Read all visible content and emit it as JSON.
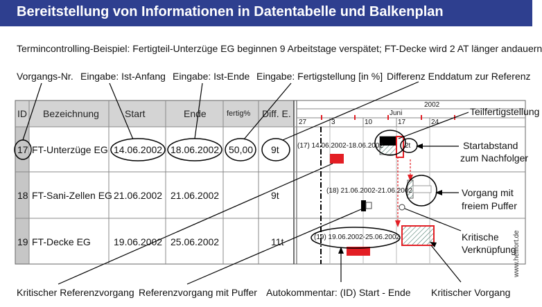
{
  "title": "Bereitstellung von Informationen in Datentabelle und Balkenplan",
  "subtitle": "Termincontrolling-Beispiel: Fertigteil-Unterzüge EG beginnen 9 Arbeitstage verspätet; FT-Decke wird 2 AT länger andauern",
  "top_labels": {
    "vorgangs_nr": "Vorgangs-Nr.",
    "ist_anfang": "Eingabe: Ist-Anfang",
    "ist_ende": "Eingabe: Ist-Ende",
    "fertigstellung": "Eingabe: Fertigstellung [in %]",
    "differenz": "Differenz Enddatum zur Referenz"
  },
  "table": {
    "headers": {
      "id": "ID",
      "name": "Bezeichnung",
      "start": "Start",
      "end": "Ende",
      "done": "fertig%",
      "diff": "Diff. E."
    },
    "rows": [
      {
        "id": "17",
        "name": "FT-Unterzüge EG",
        "start": "14.06.2002",
        "end": "18.06.2002",
        "done": "50,00",
        "diff": "9t"
      },
      {
        "id": "18",
        "name": "FT-Sani-Zellen EG",
        "start": "21.06.2002",
        "end": "21.06.2002",
        "done": "",
        "diff": "9t"
      },
      {
        "id": "19",
        "name": "FT-Decke EG",
        "start": "19.06.2002",
        "end": "25.06.2002",
        "done": "",
        "diff": "11t"
      }
    ]
  },
  "gantt": {
    "year": "2002",
    "month": "Juni",
    "days": [
      "27",
      "3",
      "10",
      "17",
      "24"
    ],
    "comment_17": "(17) 14.06.2002-18.06.2002",
    "comment_18": "(18) 21.06.2002-21.06.2002",
    "comment_19": "(19) 19.06.2002-25.06.2002",
    "badge": "2t"
  },
  "right_labels": {
    "teilfertigstellung": "Teilfertigstellung",
    "startabstand_1": "Startabstand",
    "startabstand_2": "zum Nachfolger",
    "puffer_1": "Vorgang mit",
    "puffer_2": "freiem Puffer",
    "krit_verkn_1": "Kritische",
    "krit_verkn_2": "Verknüpfung"
  },
  "bottom_labels": {
    "krit_ref": "Kritischer Referenzvorgang",
    "ref_puffer": "Referenzvorgang mit Puffer",
    "autokommentar": "Autokommentar: (ID) Start - Ende",
    "krit_vorgang": "Kritischer Vorgang"
  },
  "credit": "www.hellfort.de",
  "colors": {
    "title_bar": "#2e3f8f",
    "critical": "#e31e24",
    "header": "#d4d4d4",
    "id_column": "#c6c6c6"
  }
}
